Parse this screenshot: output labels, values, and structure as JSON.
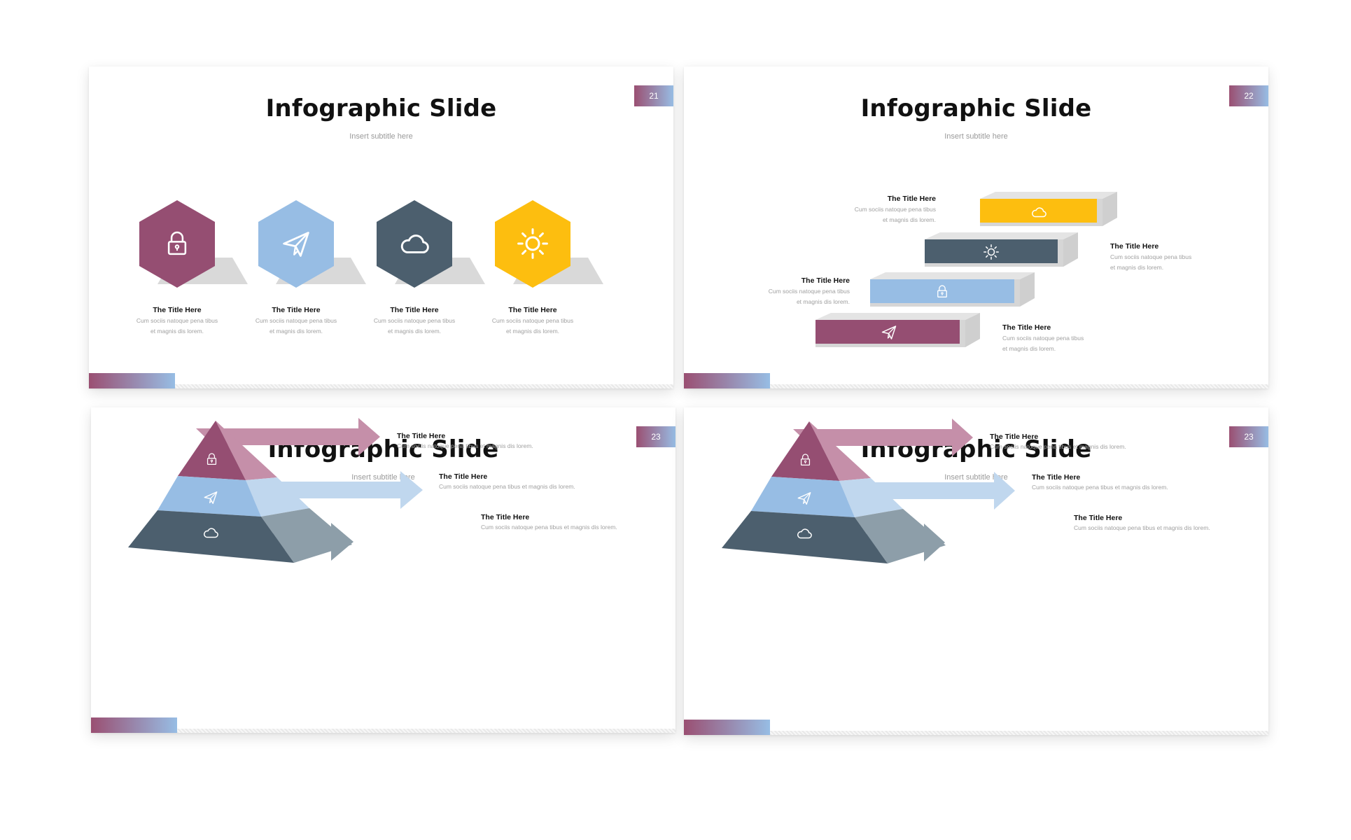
{
  "colors": {
    "plum": "#954e72",
    "sky": "#97bde4",
    "slate": "#4c5f6e",
    "amber": "#fdbe0f",
    "grey_platform": "#d9d9d9"
  },
  "slides": [
    {
      "title": "Infographic Slide",
      "subtitle": "Insert subtitle here",
      "page_number": "21",
      "items": [
        {
          "icon": "lock-icon",
          "title": "The Title Here",
          "body_line1": "Cum sociis natoque  pena tibus",
          "body_line2": "et magnis dis lorem."
        },
        {
          "icon": "paper-plane-icon",
          "title": "The Title Here",
          "body_line1": "Cum sociis natoque  pena tibus",
          "body_line2": "et magnis dis lorem."
        },
        {
          "icon": "cloud-icon",
          "title": "The Title Here",
          "body_line1": "Cum sociis natoque  pena tibus",
          "body_line2": "et magnis dis lorem."
        },
        {
          "icon": "sun-icon",
          "title": "The Title Here",
          "body_line1": "Cum sociis natoque  pena tibus",
          "body_line2": "et magnis dis lorem."
        }
      ]
    },
    {
      "title": "Infographic Slide",
      "subtitle": "Insert subtitle here",
      "page_number": "22",
      "items": [
        {
          "icon": "cloud-icon",
          "title": "The Title Here",
          "body_line1": "Cum sociis natoque  pena tibus",
          "body_line2": "et magnis dis lorem."
        },
        {
          "icon": "sun-icon",
          "title": "The Title Here",
          "body_line1": "Cum sociis natoque  pena tibus",
          "body_line2": "et magnis dis lorem."
        },
        {
          "icon": "lock-icon",
          "title": "The Title Here",
          "body_line1": "Cum sociis natoque  pena tibus",
          "body_line2": "et magnis dis lorem."
        },
        {
          "icon": "paper-plane-icon",
          "title": "The Title Here",
          "body_line1": "Cum sociis natoque  pena tibus",
          "body_line2": "et magnis dis lorem."
        }
      ]
    },
    {
      "title": "Infographic Slide",
      "subtitle": "Insert subtitle here",
      "page_number": "23",
      "items": [
        {
          "icon": "lock-icon",
          "title": "The Title Here",
          "body": "Cum sociis natoque  pena tibus  et magnis  dis lorem."
        },
        {
          "icon": "paper-plane-icon",
          "title": "The Title Here",
          "body": "Cum sociis natoque  pena tibus  et magnis  dis lorem."
        },
        {
          "icon": "cloud-icon",
          "title": "The Title Here",
          "body": "Cum sociis natoque  pena tibus  et magnis  dis lorem."
        }
      ]
    },
    {
      "title": "Infographic Slide",
      "subtitle": "Insert subtitle here",
      "page_number": "23",
      "items": [
        {
          "icon": "lock-icon",
          "title": "The Title Here",
          "body": "Cum sociis natoque  pena tibus  et magnis  dis lorem."
        },
        {
          "icon": "paper-plane-icon",
          "title": "The Title Here",
          "body": "Cum sociis natoque  pena tibus  et magnis  dis lorem."
        },
        {
          "icon": "cloud-icon",
          "title": "The Title Here",
          "body": "Cum sociis natoque  pena tibus  et magnis  dis lorem."
        }
      ]
    }
  ]
}
